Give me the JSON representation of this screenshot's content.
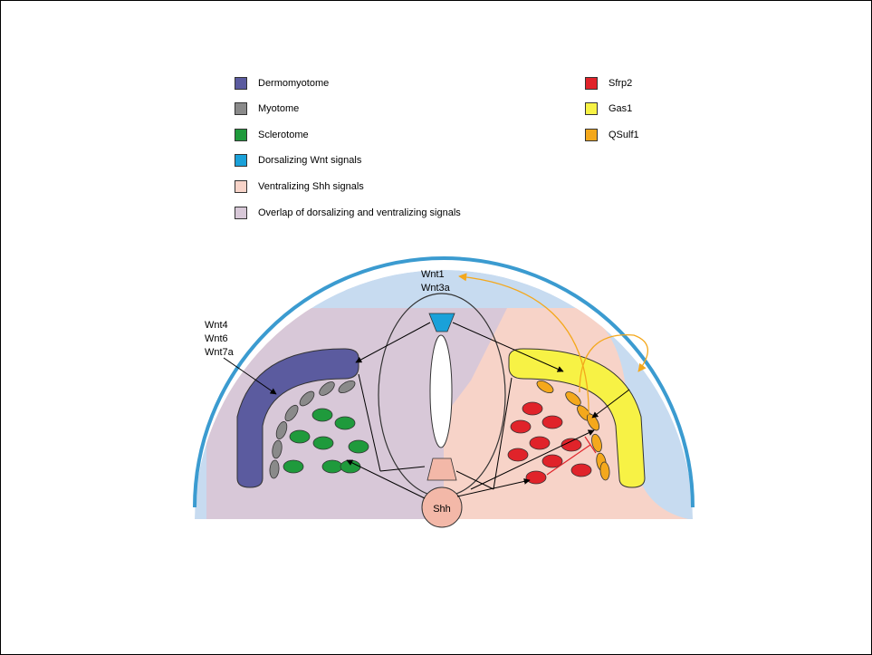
{
  "legend": {
    "left": [
      {
        "label": "Dermomyotome",
        "color": "#5b5b9f"
      },
      {
        "label": "Myotome",
        "color": "#8a8a8a"
      },
      {
        "label": "Sclerotome",
        "color": "#1f9a3c"
      },
      {
        "label": "Dorsalizing Wnt signals",
        "color": "#1aa1d9"
      },
      {
        "label": "Ventralizing Shh signals",
        "color": "#f7d3c8"
      },
      {
        "label": "Overlap of dorsalizing and ventralizing signals",
        "color": "#d8c8d8"
      }
    ],
    "right": [
      {
        "label": "Sfrp2",
        "color": "#e0232a"
      },
      {
        "label": "Gas1",
        "color": "#f7f245"
      },
      {
        "label": "QSulf1",
        "color": "#f4a81c"
      }
    ]
  },
  "labels": {
    "wnt_dorsal": [
      "Wnt1",
      "Wnt3a"
    ],
    "wnt_lateral": [
      "Wnt4",
      "Wnt6",
      "Wnt7a"
    ],
    "shh": "Shh"
  },
  "colors": {
    "dorsal_field": "#c7dbf0",
    "ventral_field": "#f7d3c8",
    "overlap": "#d8c8d8",
    "ectoderm_arc": "#3b9bd0",
    "arrow_orange": "#f4a81c",
    "inhibition_red": "#e0232a",
    "notochord": "#f3b8a8"
  }
}
